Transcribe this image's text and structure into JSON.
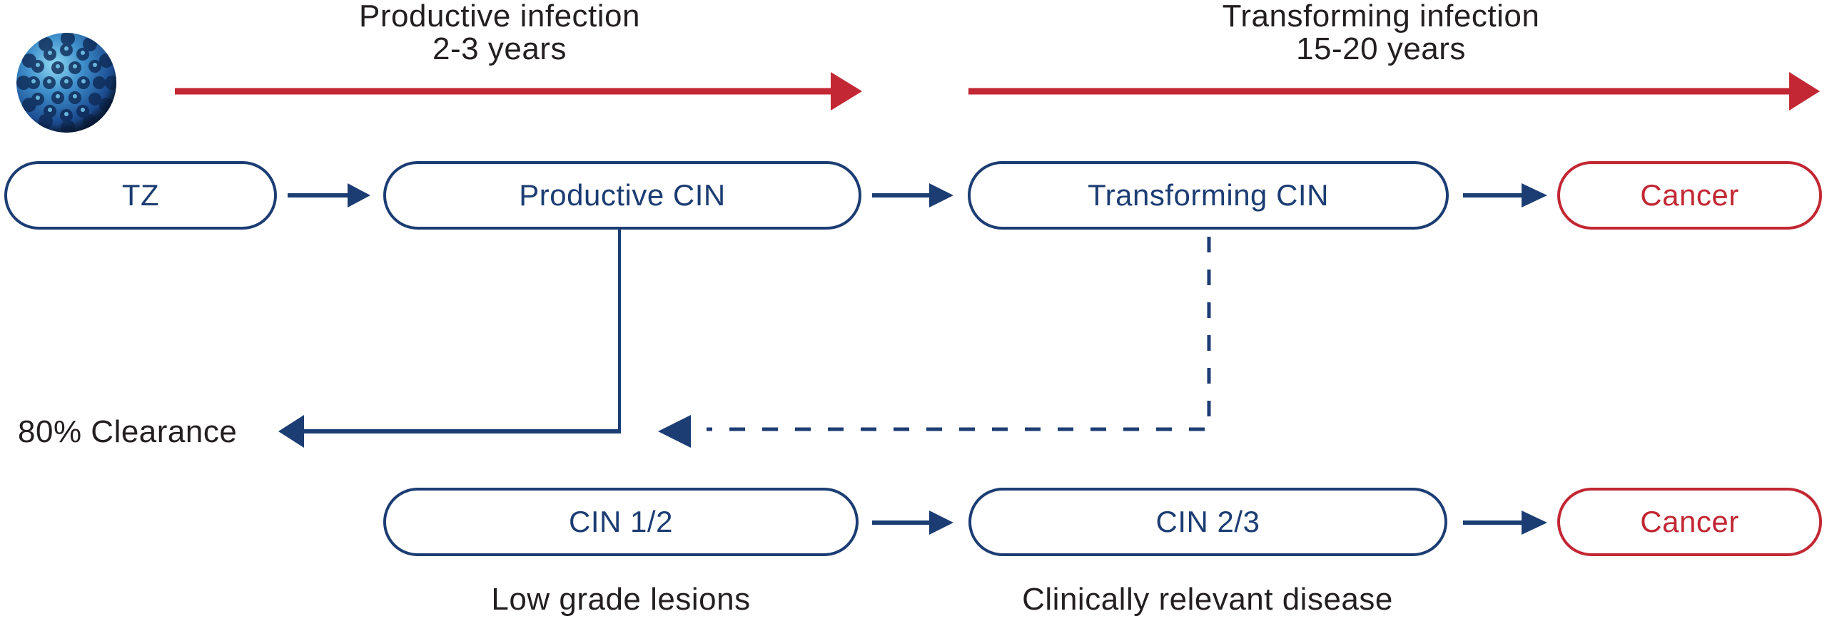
{
  "colors": {
    "navy": "#1c3d73",
    "red": "#c22733",
    "text": "#231f20",
    "background": "#ffffff"
  },
  "phases": {
    "productive": {
      "line1": "Productive infection",
      "line2": "2-3 years"
    },
    "transforming": {
      "line1": "Transforming infection",
      "line2": "15-20 years"
    }
  },
  "icons": {
    "virus": "hpv-virion-micrograph"
  },
  "top_row": {
    "tz": "TZ",
    "productive_cin": "Productive CIN",
    "transforming_cin": "Transforming CIN",
    "cancer": "Cancer"
  },
  "middle": {
    "clearance": "80% Clearance"
  },
  "bottom_row": {
    "cin_1_2": "CIN 1/2",
    "cin_2_3": "CIN 2/3",
    "cancer": "Cancer"
  },
  "captions": {
    "low_grade": "Low grade lesions",
    "clinically_relevant": "Clinically relevant disease"
  }
}
